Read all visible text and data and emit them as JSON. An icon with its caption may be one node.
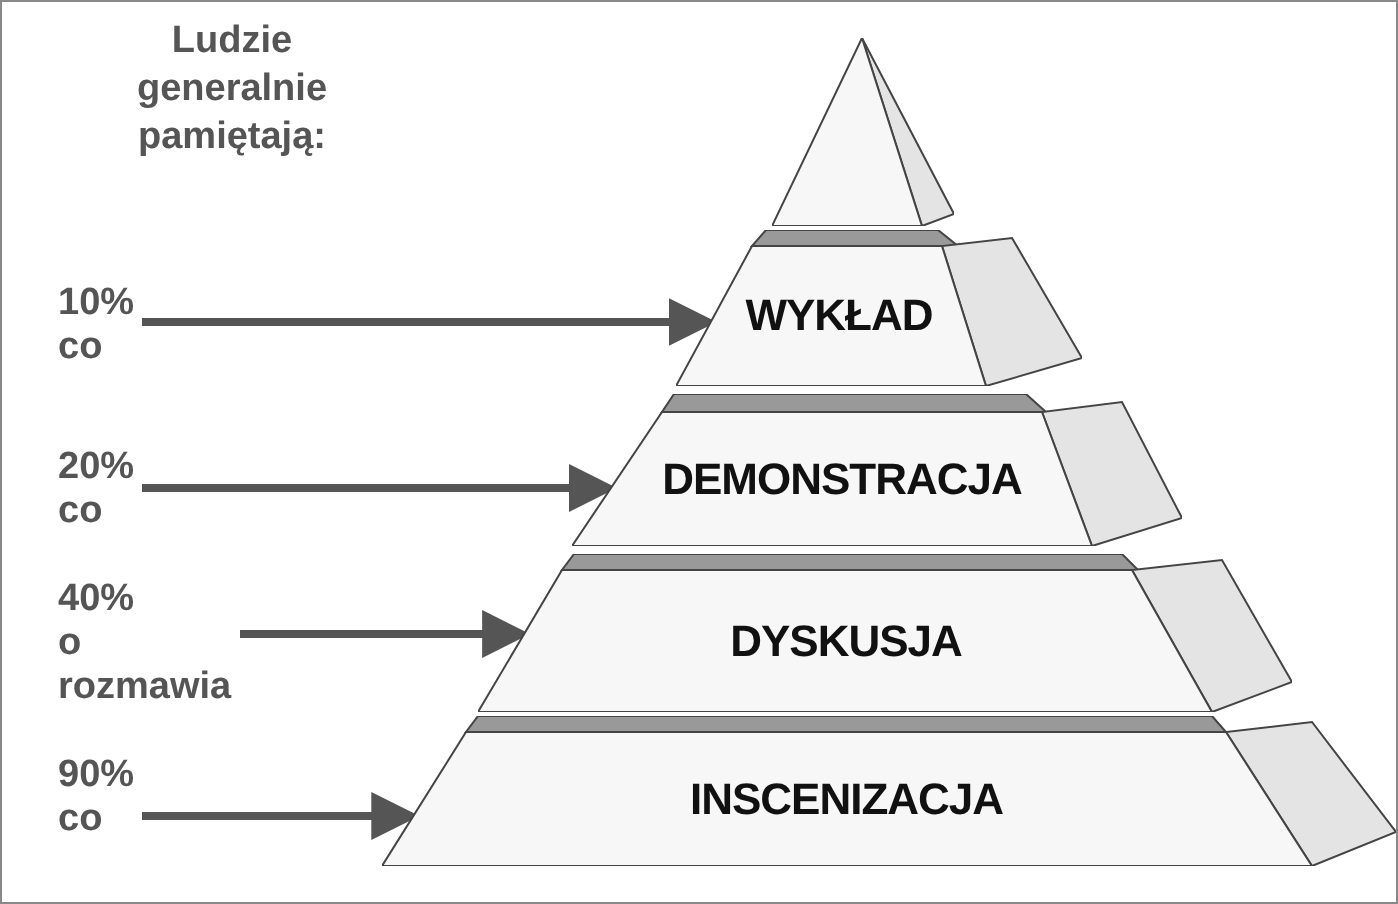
{
  "diagram": {
    "nodes": [
      {
        "text": [],
        "shape": "triangle"
      },
      {
        "text": [
          "10% co"
        ]
      },
      {
        "text": [
          "WYKŁAD"
        ]
      },
      {
        "text": [
          "20% co"
        ]
      },
      {
        "text": [
          "DEMONSTRACJA"
        ]
      },
      {
        "text": [
          "40% o rozmawia"
        ]
      },
      {
        "text": [
          "DYSKUSJA"
        ]
      },
      {
        "text": [
          "90% co"
        ]
      },
      {
        "text": [
          "INSCENIZACJA"
        ]
      }
    ],
    "edges": [
      {
        "from": 1,
        "to": 2,
        "arrow": "to"
      },
      {
        "from": 3,
        "to": 4,
        "arrow": "to"
      },
      {
        "from": 5,
        "to": 6,
        "arrow": "to"
      },
      {
        "from": 7,
        "to": 8,
        "arrow": "to"
      }
    ],
    "labels": [
      "Ludzie generalnie pamiętają:"
    ]
  }
}
